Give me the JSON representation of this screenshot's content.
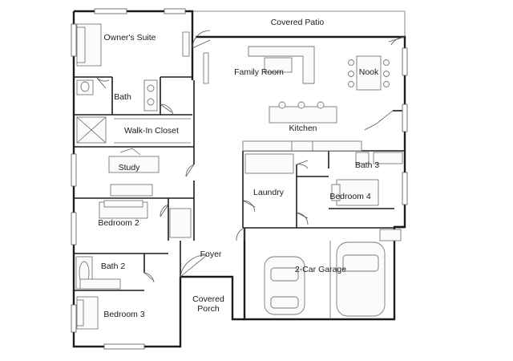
{
  "rooms": {
    "covered_patio": "Covered Patio",
    "owners_suite": "Owner's Suite",
    "family_room": "Family Room",
    "nook": "Nook",
    "bath": "Bath",
    "walk_in_closet": "Walk-In Closet",
    "kitchen": "Kitchen",
    "study": "Study",
    "bath_3": "Bath 3",
    "laundry": "Laundry",
    "bedroom_4": "Bedroom 4",
    "bedroom_2": "Bedroom 2",
    "foyer": "Foyer",
    "bath_2": "Bath 2",
    "garage": "2-Car Garage",
    "covered_porch_line1": "Covered",
    "covered_porch_line2": "Porch",
    "bedroom_3": "Bedroom 3"
  }
}
